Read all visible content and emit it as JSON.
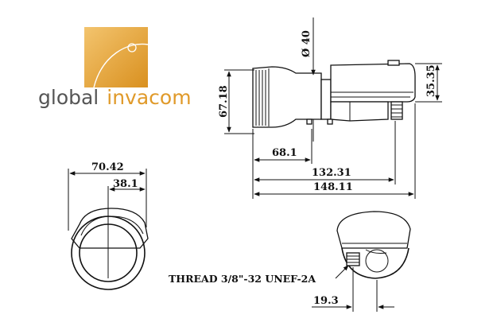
{
  "brand": {
    "word1": "global",
    "word2": "invacom",
    "primary_color": "#555555",
    "accent_color": "#e09a2a"
  },
  "dimensions": {
    "side_height": "67.18",
    "feed_diameter": "Ø 40",
    "right_height": "35.35",
    "feed_length": "68.1",
    "mid_length": "132.31",
    "total_length": "148.11",
    "front_width": "70.42",
    "front_half": "38.1",
    "connector_offset": "19.3"
  },
  "notes": {
    "thread": "THREAD 3/8\"-32 UNEF-2A"
  }
}
